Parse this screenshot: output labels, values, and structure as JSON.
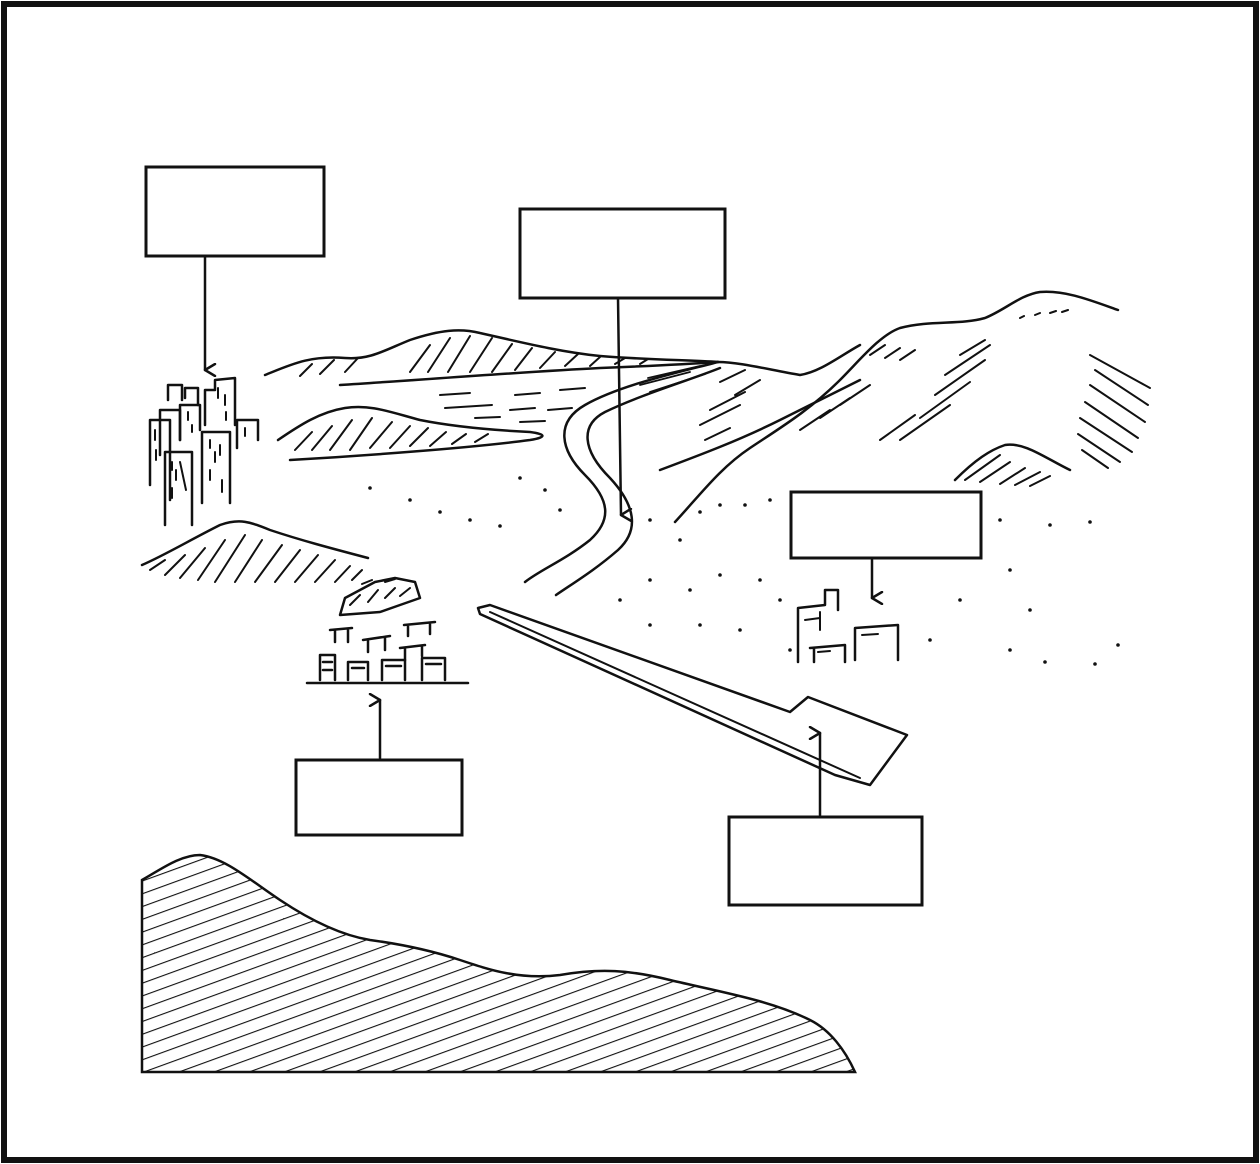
{
  "figure": {
    "label_boxes": [
      {
        "id": "box-top-left",
        "text": ""
      },
      {
        "id": "box-top-center",
        "text": ""
      },
      {
        "id": "box-right",
        "text": ""
      },
      {
        "id": "box-bottom-left",
        "text": ""
      },
      {
        "id": "box-bottom-right",
        "text": ""
      }
    ],
    "ink_color": "#111111",
    "background_color": "#ffffff"
  }
}
